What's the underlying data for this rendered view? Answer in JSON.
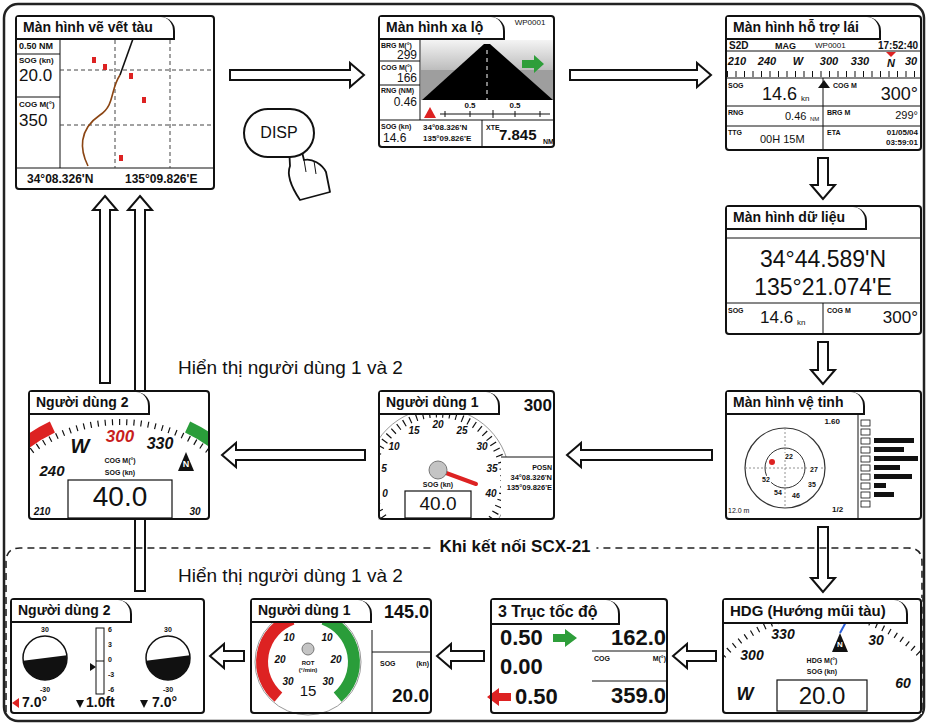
{
  "diagram": {
    "nodes": [
      {
        "text": [
          "Màn hình vẽ vết tàu"
        ]
      },
      {
        "text": [
          "DISP"
        ]
      },
      {
        "text": [
          "Màn hình xa lộ"
        ]
      },
      {
        "text": [
          "Màn hình hỗ trợ lái"
        ]
      },
      {
        "text": [
          "Màn hình dữ liệu"
        ]
      },
      {
        "text": [
          "Màn hình vệ tinh"
        ]
      },
      {
        "text": [
          "Người dùng 1"
        ]
      },
      {
        "text": [
          "Người dùng 2"
        ]
      },
      {
        "text": [
          "HDG (Hướng mũi tàu)"
        ]
      },
      {
        "text": [
          "3 Trục tốc độ"
        ]
      },
      {
        "text": [
          "Người dùng 1"
        ]
      },
      {
        "text": [
          "Người dùng 2"
        ]
      }
    ],
    "edges": [
      {
        "from": 0,
        "to": 2,
        "arrow": "to"
      },
      {
        "from": 2,
        "to": 3,
        "arrow": "to"
      },
      {
        "from": 3,
        "to": 4,
        "arrow": "to"
      },
      {
        "from": 4,
        "to": 5,
        "arrow": "to"
      },
      {
        "from": 5,
        "to": 6,
        "arrow": "to"
      },
      {
        "from": 6,
        "to": 7,
        "arrow": "to"
      },
      {
        "from": 7,
        "to": 0,
        "arrow": "to"
      },
      {
        "from": 5,
        "to": 8,
        "arrow": "to"
      },
      {
        "from": 8,
        "to": 9,
        "arrow": "to"
      },
      {
        "from": 9,
        "to": 10,
        "arrow": "to"
      },
      {
        "from": 10,
        "to": 11,
        "arrow": "to"
      },
      {
        "from": 11,
        "to": 0,
        "arrow": "to"
      }
    ],
    "labels": [
      "Hiển thị người dùng 1 và 2",
      "Hiển thị người dùng 1 và 2",
      "Khi kết nối SCX-21",
      "0.50 NM",
      "SOG (kn)",
      "20.0",
      "COG M(°)",
      "350",
      "34°08.326'N",
      "135°09.826'E",
      "WP0001",
      "BRG M(°)",
      "299",
      "COG M(°)",
      "166",
      "RNG (NM)",
      "0.46",
      "0.5",
      "0.5",
      "SOG (kn)",
      "14.6",
      "34°08.326'N",
      "135°09.826'E",
      "XTE",
      "7.845",
      "NM",
      "S2D",
      "MAG",
      "WP0001",
      "17:52:40",
      "210",
      "240",
      "W",
      "300",
      "330",
      "N",
      "30",
      "SOG",
      "14.6",
      "kn",
      "COG M",
      "300°",
      "RNG",
      "0.46",
      "NM",
      "BRG M",
      "299°",
      "TTG",
      "00H 15M",
      "ETA",
      "01/05/04",
      "03:59:01",
      "34°44.589'N",
      "135°21.074'E",
      "SOG",
      "14.6",
      "kn",
      "COG M",
      "300°",
      "1.60",
      "12.0 m",
      "1/2",
      "22",
      "27",
      "52",
      "54",
      "46",
      "35",
      "0",
      "5",
      "10",
      "15",
      "20",
      "25",
      "30",
      "35",
      "40",
      "300",
      "SOG (kn)",
      "40.0",
      "POSN",
      "34°08.326'N",
      "135°09.826'E",
      "W",
      "300",
      "330",
      "240",
      "COG M(°)",
      "SOG (kn)",
      "40.0",
      "N",
      "210",
      "30",
      "330",
      "300",
      "30",
      "60",
      "W",
      "HDG M(°)",
      "SOG (kn)",
      "20.0",
      "N",
      "0.50",
      "162.0",
      "0.00",
      "COG",
      "M(°)",
      "0.50",
      "359.0",
      "10",
      "20",
      "30",
      "10",
      "20",
      "30",
      "ROT (°/min)",
      "15",
      "145.0",
      "SOG",
      "(kn)",
      "20.0",
      "30",
      "-30",
      "30",
      "-30",
      "6",
      "3",
      "0",
      "-3",
      "-6",
      "7.0°",
      "1.0ft",
      "7.0°"
    ]
  }
}
